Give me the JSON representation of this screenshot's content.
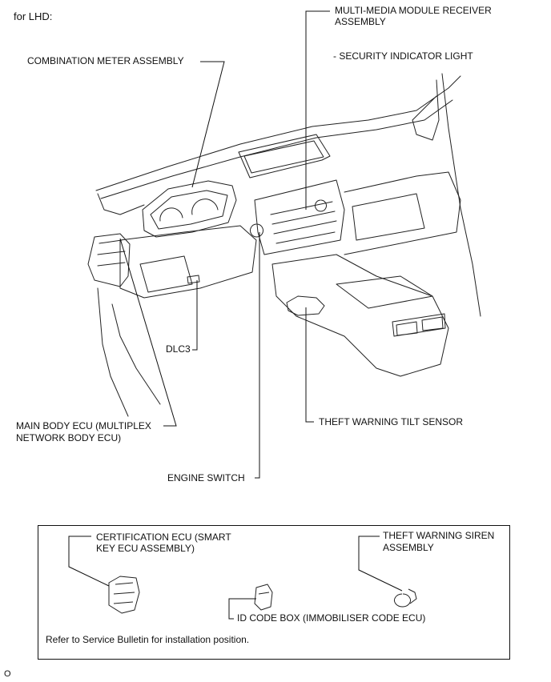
{
  "header": {
    "variant": "for LHD:"
  },
  "labels": {
    "multimedia_line1": "MULTI-MEDIA MODULE RECEIVER",
    "multimedia_line2": "ASSEMBLY",
    "security_light": "- SECURITY INDICATOR LIGHT",
    "combination_meter": "COMBINATION METER ASSEMBLY",
    "dlc3": "DLC3",
    "main_body_line1": "MAIN BODY ECU (MULTIPLEX",
    "main_body_line2": "NETWORK BODY ECU)",
    "engine_switch": "ENGINE SWITCH",
    "tilt_sensor": "THEFT WARNING TILT SENSOR"
  },
  "inset": {
    "certification_line1": "CERTIFICATION ECU (SMART",
    "certification_line2": "KEY ECU ASSEMBLY)",
    "siren_line1": "THEFT WARNING SIREN",
    "siren_line2": "ASSEMBLY",
    "id_code_box": "ID CODE BOX (IMMOBILISER CODE ECU)",
    "note": "Refer to Service Bulletin for installation position."
  },
  "footer": {
    "code": "O"
  }
}
